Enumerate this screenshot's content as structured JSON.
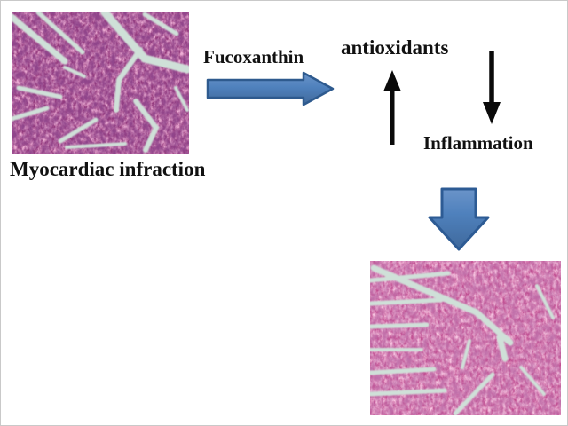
{
  "figure": {
    "left_image_caption": "Myocardiac infraction",
    "treatment_label": "Fucoxanthin",
    "antioxidants_label": "antioxidants",
    "inflammation_label": "Inflammation",
    "images": {
      "left": "histology micrograph of myocardial infarction tissue (purple-magenta stain with pale streaks)",
      "right": "histology micrograph of treated myocardium tissue (pink-magenta stain with pale streaks)"
    },
    "icons": [
      "right-arrow-icon",
      "up-arrow-icon",
      "down-arrow-icon",
      "block-down-arrow-icon"
    ],
    "colors": {
      "background": "#ffffff",
      "text": "#111111",
      "blue_arrow_fill": "#4f81bd",
      "blue_arrow_border": "#2e5a8e",
      "black_arrow": "#0a0a0a",
      "tissue_left_base": "#93387c",
      "tissue_right_base": "#c14f92",
      "tissue_streak": "#cfe0d8"
    }
  }
}
